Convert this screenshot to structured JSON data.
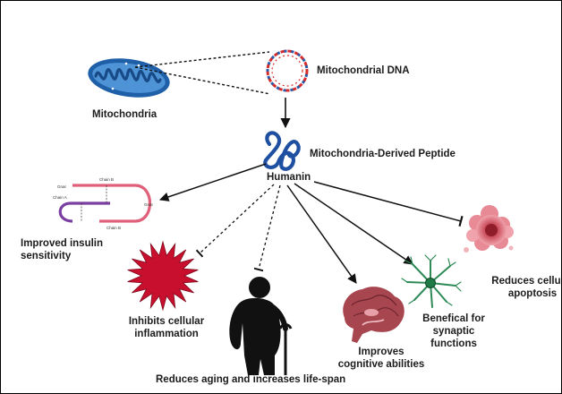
{
  "labels": {
    "mitochondria": "Mitochondria",
    "mito_dna": "Mitochondrial DNA",
    "mdp": "Mitochondria-Derived Peptide",
    "humanin": "Humanin",
    "insulin": "Improved insulin\nsensitivity",
    "inflammation": "Inhibits cellular\ninflammation",
    "aging": "Reduces aging and increases life-span",
    "cognitive": "Improves\ncognitive abilities",
    "synaptic": "Benefical for\nsynaptic\nfunctions",
    "apoptosis": "Reduces cellular\napoptosis"
  },
  "insulin_chain_labels": {
    "chain_a": "Chain A",
    "chain_b_top": "Chain B",
    "chain_b_bottom": "Chain B",
    "end_left": "Gnar",
    "end_right": "Gnar"
  },
  "colors": {
    "mitochondria_outer": "#1f5fa8",
    "mitochondria_inner": "#5aa0de",
    "dna_red": "#d62b2b",
    "dna_blue": "#2a5caa",
    "peptide": "#1e4fa0",
    "star": "#c8102e",
    "figure": "#111111",
    "brain": "#a8464f",
    "neuron": "#2e8b57",
    "cell": "#d65a68"
  },
  "icons": [
    "mitochondria-icon",
    "dna-ring-icon",
    "peptide-icon",
    "insulin-chain-icon",
    "inflammation-star-icon",
    "elderly-person-icon",
    "brain-icon",
    "neuron-icon",
    "apoptotic-cell-icon"
  ]
}
